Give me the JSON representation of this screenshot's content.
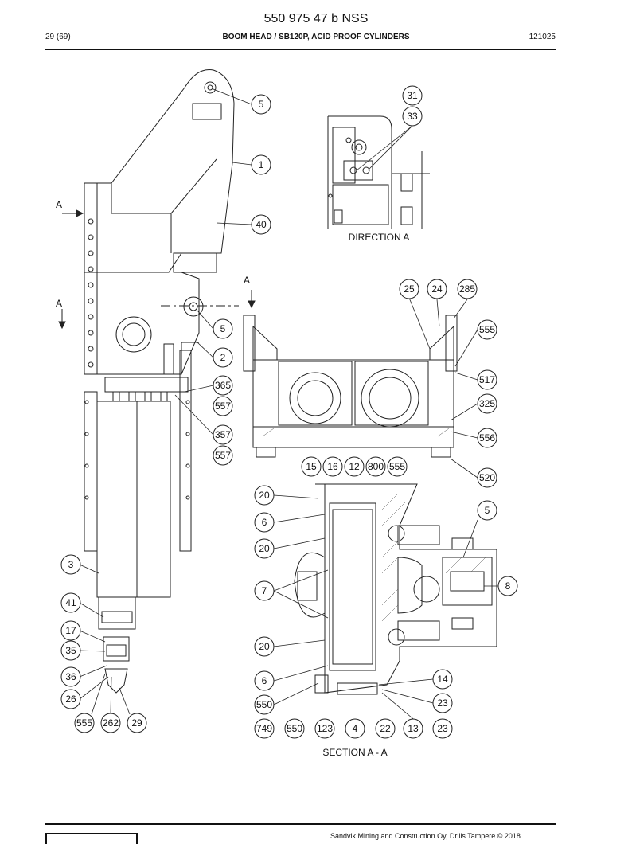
{
  "header": {
    "doc_number": "550 975 47 b NSS",
    "page": "29 (69)",
    "title": "BOOM HEAD / SB120P, ACID PROOF CYLINDERS",
    "date": "121025"
  },
  "captions": {
    "direction": "DIRECTION A",
    "section": "SECTION A - A",
    "arrow_a": "A"
  },
  "callouts": [
    "5",
    "1",
    "40",
    "5",
    "2",
    "365",
    "557",
    "357",
    "557",
    "3",
    "41",
    "17",
    "35",
    "36",
    "26",
    "555",
    "262",
    "29",
    "31",
    "33",
    "25",
    "24",
    "285",
    "555",
    "517",
    "325",
    "556",
    "520",
    "15",
    "16",
    "12",
    "800",
    "555",
    "20",
    "6",
    "20",
    "7",
    "20",
    "6",
    "550",
    "749",
    "550",
    "123",
    "4",
    "22",
    "13",
    "23",
    "14",
    "23",
    "5",
    "8"
  ],
  "footer": {
    "text": "Sandvik Mining and Construction Oy, Drills Tampere © 2018"
  }
}
